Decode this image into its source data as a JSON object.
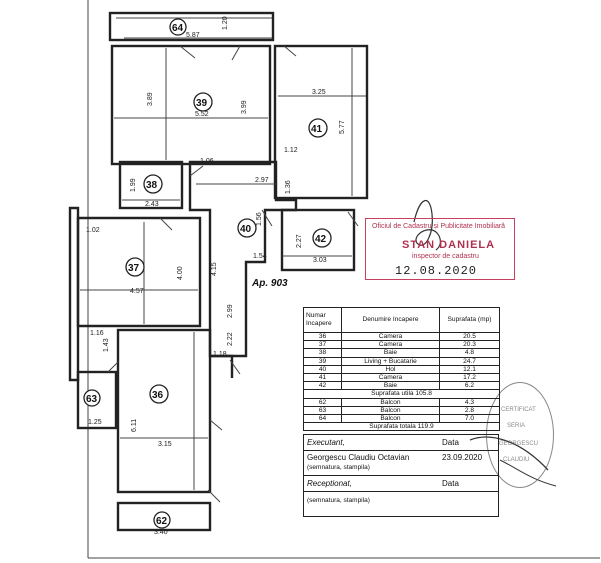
{
  "plan": {
    "apartment_label": "Ap. 903",
    "room_numbers": [
      "64",
      "39",
      "41",
      "38",
      "40",
      "42",
      "37",
      "63",
      "36",
      "62"
    ],
    "dimensions": [
      "5.87",
      "1.20",
      "3.89",
      "5.52",
      "3.99",
      "3.25",
      "5.77",
      "1.06",
      "1.12",
      "1.99",
      "2.43",
      "2.97",
      "1.36",
      "1.02",
      "1.56",
      "2.27",
      "3.03",
      "4.00",
      "4.57",
      "4.15",
      "1.54",
      "1.16",
      "1.43",
      "1.18",
      "2.99",
      "2.22",
      "3.15",
      "6.11",
      "1.25",
      "3.40"
    ]
  },
  "stamp": {
    "office": "Oficiul de Cadastru și Publicitate Imobiliară",
    "name": "STAN DANIELA",
    "role": "inspector de cadastru",
    "date": "12.08.2020"
  },
  "seal": {
    "lines": [
      "CERTIFICAT",
      "SERIA",
      "GEORGESCU",
      "CLAUDIU"
    ]
  },
  "table": {
    "headers": [
      "Numar Incapere",
      "Denumire Incapere",
      "Suprafata (mp)"
    ],
    "rows": [
      [
        "36",
        "Camera",
        "20.5"
      ],
      [
        "37",
        "Camera",
        "20.3"
      ],
      [
        "38",
        "Baie",
        "4.8"
      ],
      [
        "39",
        "Living + Bucatarie",
        "24.7"
      ],
      [
        "40",
        "Hol",
        "12.1"
      ],
      [
        "41",
        "Camera",
        "17.2"
      ],
      [
        "42",
        "Baie",
        "6.2"
      ]
    ],
    "sum_util": "Suprafata utila 105.8",
    "balcony_rows": [
      [
        "62",
        "Balcon",
        "4.3"
      ],
      [
        "63",
        "Balcon",
        "2.8"
      ],
      [
        "64",
        "Balcon",
        "7.0"
      ]
    ],
    "sum_total": "Suprafata totala 119.9"
  },
  "signature": {
    "executant_label": "Executant,",
    "data_label": "Data",
    "executant_name": "Georgescu Claudiu Octavian",
    "executant_date": "23.09.2020",
    "stamp_note": "(semnatura, stampila)",
    "receptionat_label": "Receptionat,",
    "data_label_2": "Data",
    "stamp_note_2": "(semnatura, stampila)"
  }
}
